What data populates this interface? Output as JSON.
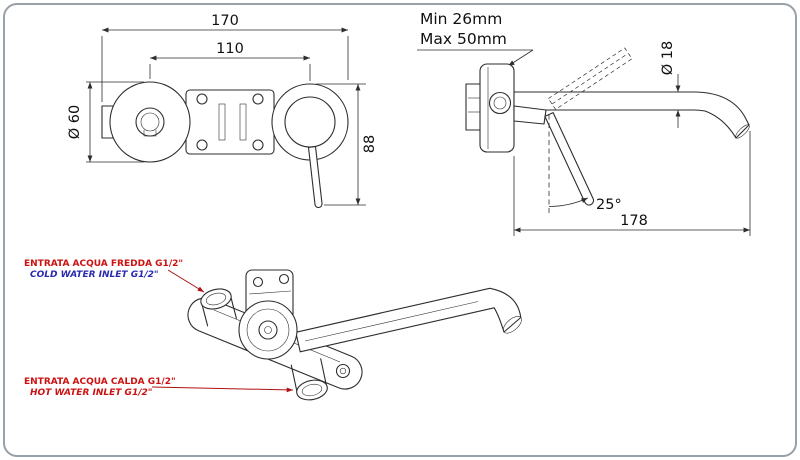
{
  "front_view": {
    "dim_total_width": "170",
    "dim_center_distance": "110",
    "dim_escutcheon_diameter": "Ø 60",
    "dim_handle_height": "88"
  },
  "side_view": {
    "wall_depth_min": "Min 26mm",
    "wall_depth_max": "Max 50mm",
    "dim_spout_diameter": "Ø 18",
    "handle_angle": "25°",
    "dim_spout_length": "178"
  },
  "inlet_labels": {
    "cold_italian": "ENTRATA ACQUA FREDDA G1/2\"",
    "cold_english": "COLD WATER INLET G1/2\"",
    "hot_italian": "ENTRATA ACQUA CALDA G1/2\"",
    "hot_english": "HOT WATER INLET G1/2\""
  },
  "colors": {
    "drawing_line": "#2e2e2e",
    "label_red": "#cc1111",
    "label_blue": "#2a2ab0",
    "border": "#98a0a8",
    "background": "#ffffff"
  }
}
